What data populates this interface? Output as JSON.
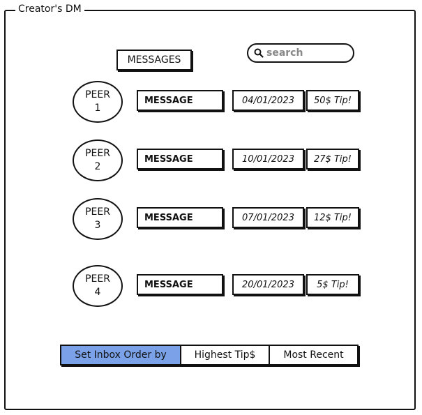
{
  "window": {
    "title": "Creator's DM"
  },
  "header": {
    "messages_label": "MESSAGES"
  },
  "search": {
    "placeholder": "search",
    "value": ""
  },
  "conversations": [
    {
      "peer_label": "PEER",
      "peer_number": "1",
      "message": "MESSAGE",
      "date": "04/01/2023",
      "tip": "50$ Tip!"
    },
    {
      "peer_label": "PEER",
      "peer_number": "2",
      "message": "MESSAGE",
      "date": "10/01/2023",
      "tip": "27$ Tip!"
    },
    {
      "peer_label": "PEER",
      "peer_number": "3",
      "message": "MESSAGE",
      "date": "07/01/2023",
      "tip": "12$ Tip!"
    },
    {
      "peer_label": "PEER",
      "peer_number": "4",
      "message": "MESSAGE",
      "date": "20/01/2023",
      "tip": "5$ Tip!"
    }
  ],
  "inbox_order": {
    "label": "Set Inbox Order by",
    "options": [
      "Highest Tip$",
      "Most Recent"
    ],
    "label_color": "#7ba2e8"
  },
  "icons": {
    "search": "search-icon"
  }
}
